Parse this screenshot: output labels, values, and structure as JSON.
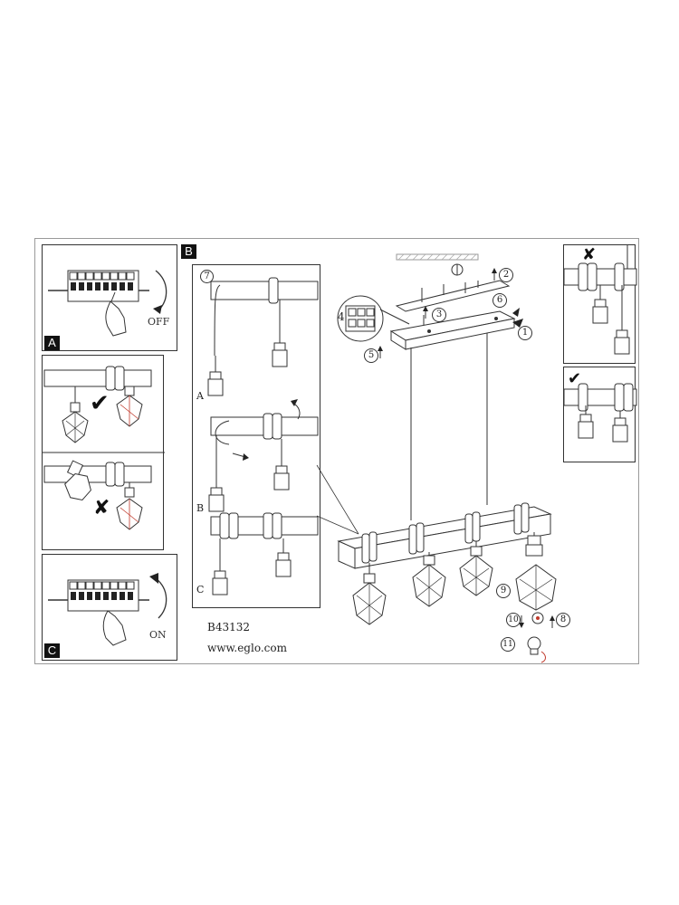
{
  "panels": {
    "a": {
      "tag": "A",
      "switch_label": "OFF"
    },
    "b": {
      "tag": "B"
    },
    "c": {
      "tag": "C",
      "switch_label": "ON"
    }
  },
  "variants": {
    "a": "A",
    "b": "B",
    "c": "C"
  },
  "steps": {
    "s1": "1",
    "s2": "2",
    "s3": "3",
    "s4": "4",
    "s5": "5",
    "s6": "6",
    "s7": "7",
    "s8": "8",
    "s9": "9",
    "s10": "10",
    "s11": "11"
  },
  "footer": {
    "model": "B43132",
    "website": "www.eglo.com"
  },
  "colors": {
    "line": "#333333",
    "accent": "#c0392b",
    "tag_bg": "#111111"
  },
  "icons": {
    "ok": "check-icon",
    "wrong": "cross-icon"
  }
}
